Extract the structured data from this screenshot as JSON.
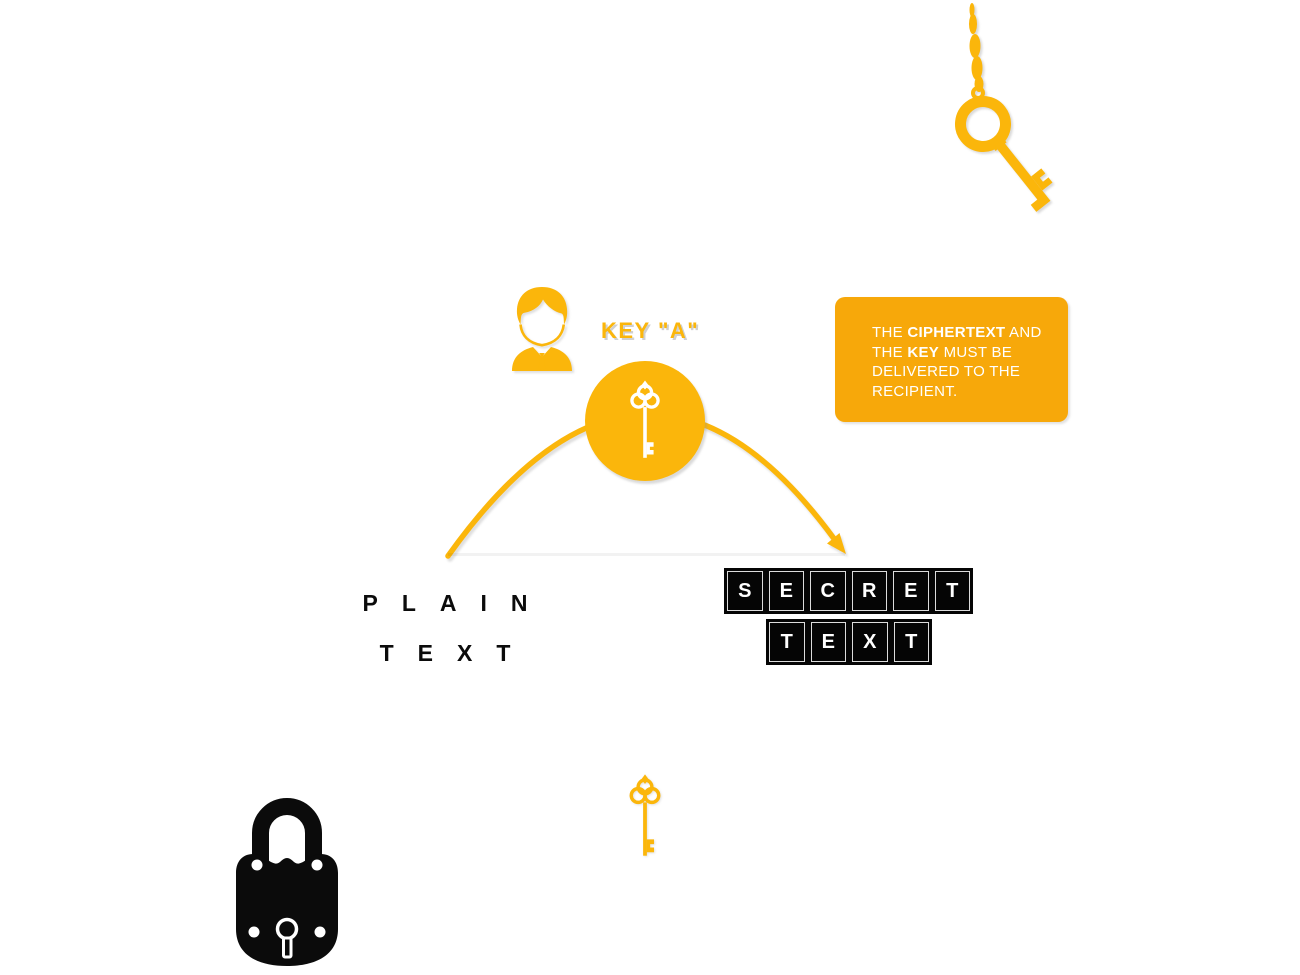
{
  "diagram": {
    "topic": "symmetric-encryption"
  },
  "sender": {
    "key_label": "KEY \"A\""
  },
  "callout": {
    "segments": [
      {
        "text": "THE ",
        "bold": false
      },
      {
        "text": "CIPHERTEXT",
        "bold": true
      },
      {
        "text": " AND THE ",
        "bold": false
      },
      {
        "text": "KEY",
        "bold": true
      },
      {
        "text": " MUST BE DELIVERED TO THE RECIPIENT.",
        "bold": false
      }
    ]
  },
  "plaintext": {
    "line1": "PLAIN",
    "line2": "TEXT"
  },
  "ciphertext": {
    "row1": [
      "S",
      "E",
      "C",
      "R",
      "E",
      "T"
    ],
    "row2": [
      "T",
      "E",
      "X",
      "T"
    ]
  },
  "icons": [
    "hanging-key-icon",
    "person-icon",
    "key-in-circle-icon",
    "arc-arrow",
    "padlock-icon",
    "small-key-icon"
  ],
  "colors": {
    "gold": "#FBB60B",
    "gold_deep": "#F7A80A",
    "ink": "#0B0B0B",
    "tile_bg": "#050505",
    "tile_border": "#DCDCDC",
    "white": "#FFFFFF"
  }
}
